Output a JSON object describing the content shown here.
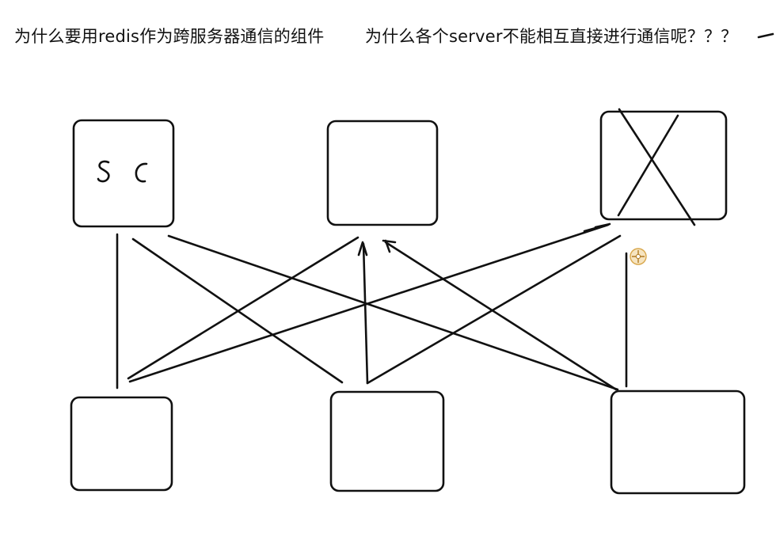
{
  "header": {
    "title_left": "为什么要用redis作为跨服务器通信的组件",
    "title_right": "为什么各个server不能相互直接进行通信呢？？？"
  },
  "diagram": {
    "box_top_left_text": "S C",
    "ink_color": "#111111",
    "cursor_color": "#d8a64a"
  }
}
